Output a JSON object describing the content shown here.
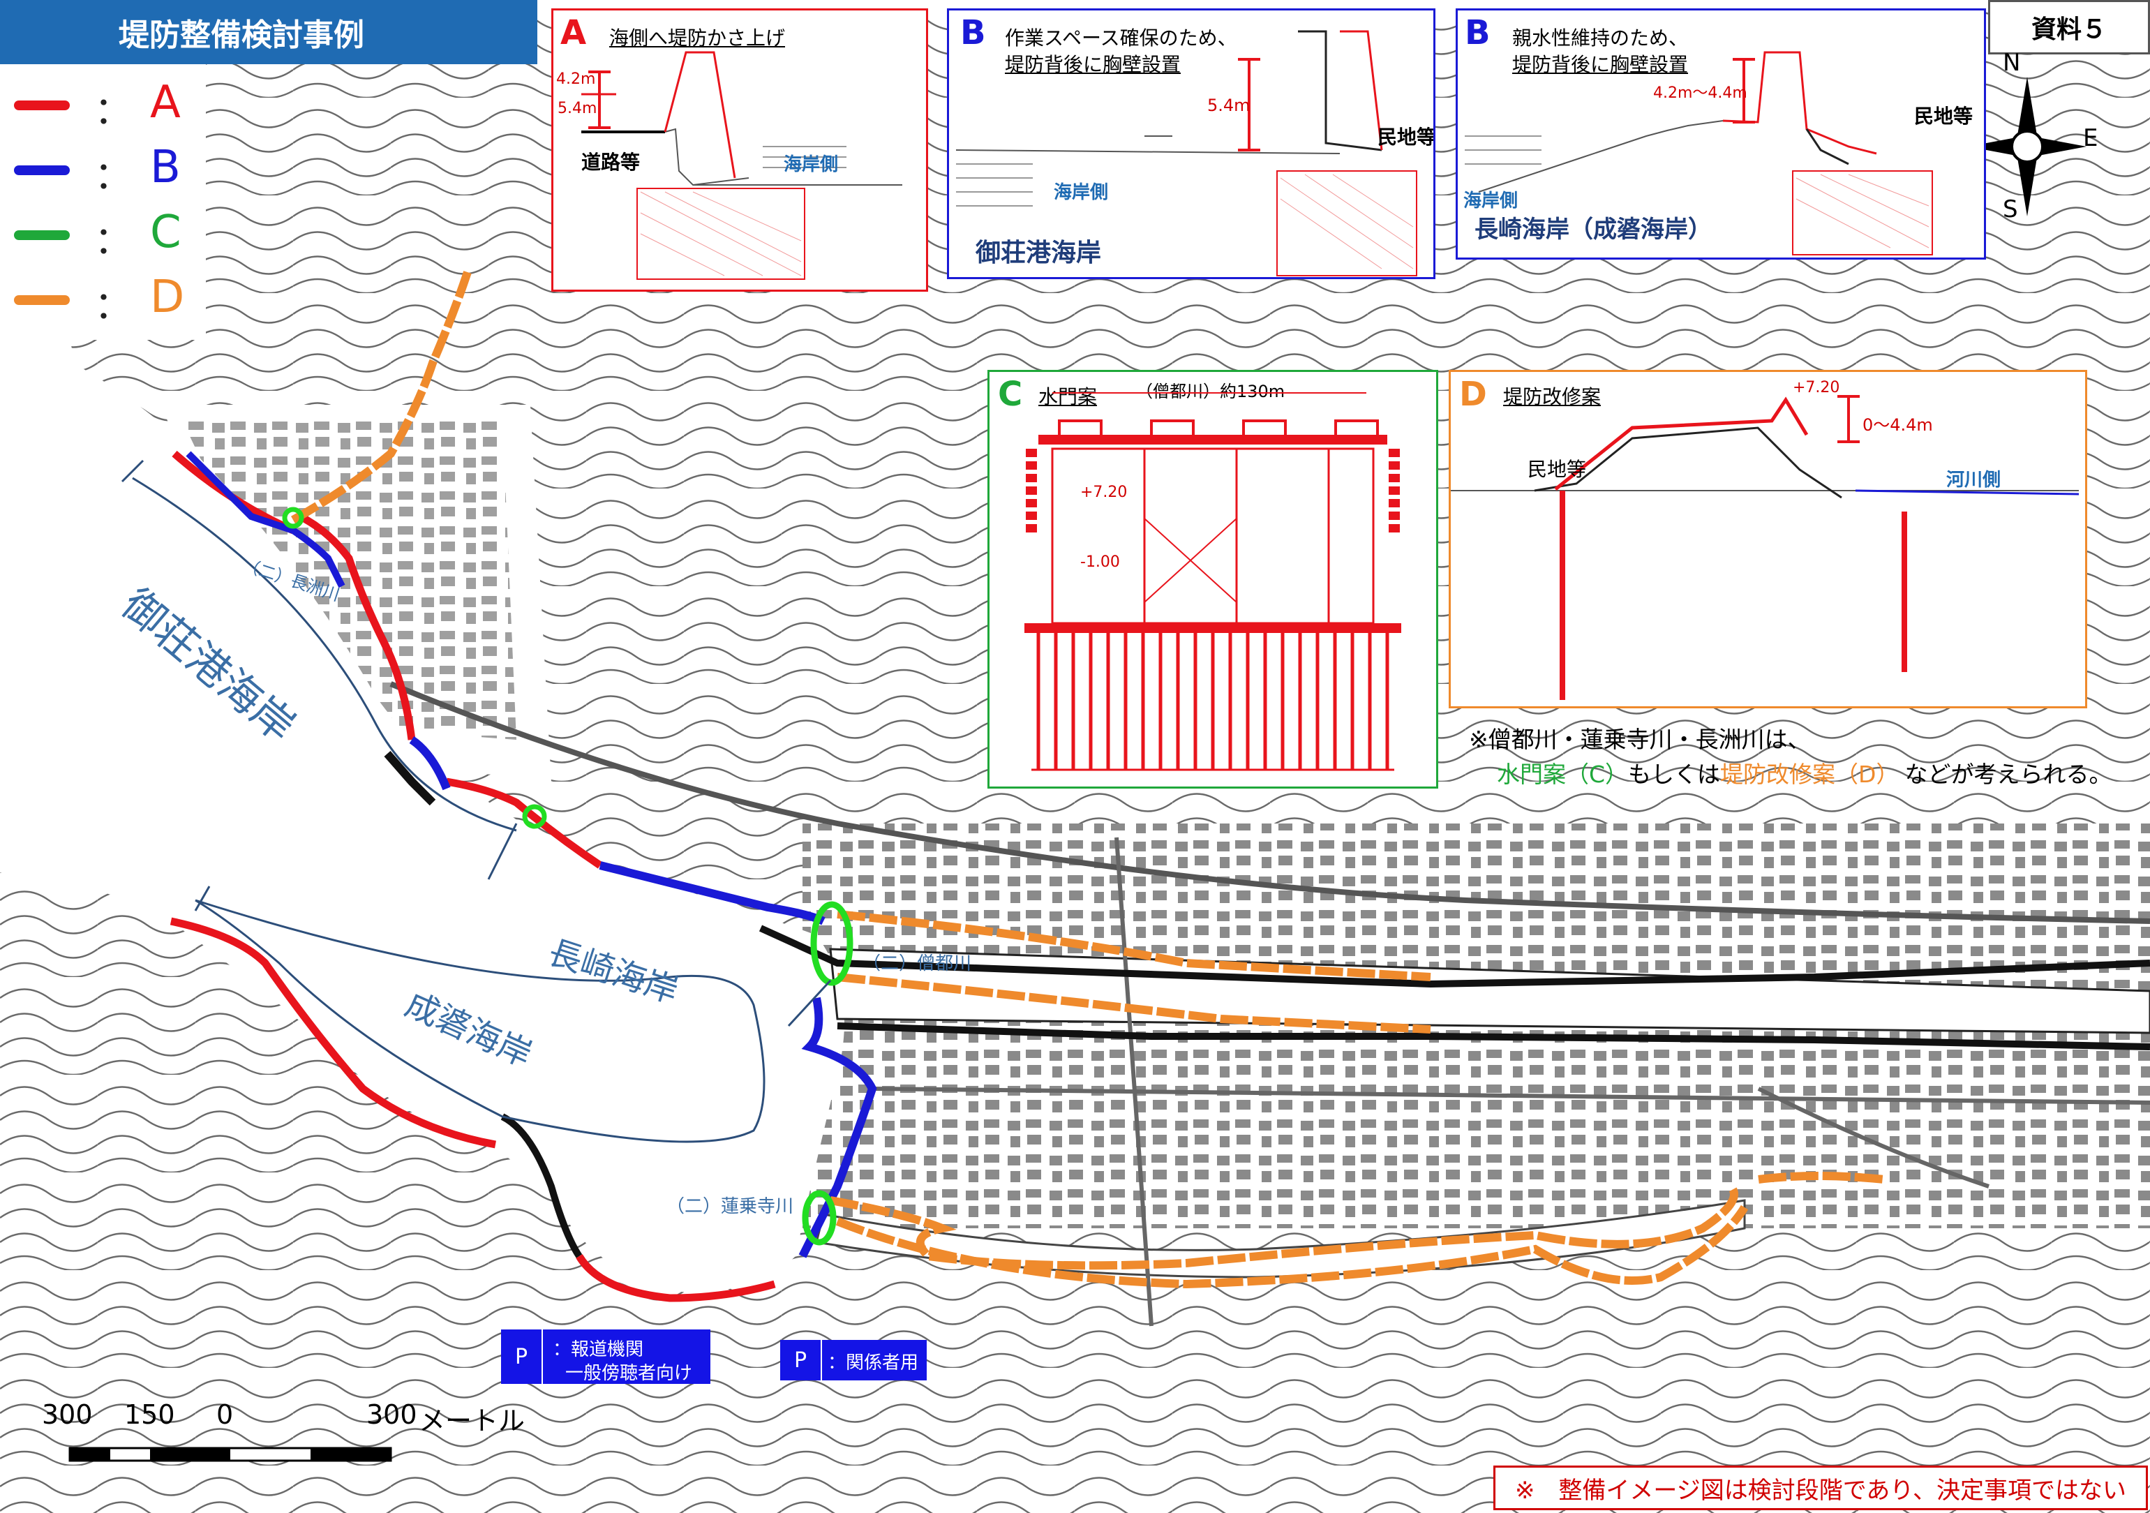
{
  "title": "堤防整備検討事例",
  "reference": "資料５",
  "legend": [
    {
      "letter": "A",
      "color": "#e8141c"
    },
    {
      "letter": "B",
      "color": "#1a1ad6"
    },
    {
      "letter": "C",
      "color": "#1fa83a"
    },
    {
      "letter": "D",
      "color": "#ef8a2c"
    }
  ],
  "legend_colon": "：",
  "compass": {
    "north": "N",
    "east": "E",
    "south": "S"
  },
  "panels": {
    "A": {
      "letter": "A",
      "title": "海側へ堤防かさ上げ",
      "dim1": "4.2m",
      "dim2": "5.4m",
      "road": "道路等",
      "sea": "海岸側"
    },
    "B1": {
      "letter": "B",
      "title1": "作業スペース確保のため、",
      "title2": "堤防背後に胸壁設置",
      "dim": "5.4m",
      "land": "民地等",
      "sea": "海岸側",
      "name": "御荘港海岸"
    },
    "B2": {
      "letter": "B",
      "title1": "親水性維持のため、",
      "title2": "堤防背後に胸壁設置",
      "dim": "4.2m～4.4m",
      "land": "民地等",
      "sea": "海岸側",
      "name": "長崎海岸（成碆海岸）"
    },
    "C": {
      "letter": "C",
      "title": "水門案",
      "span": "（僧都川）約130m",
      "level1": "+7.20",
      "level2": "-1.00"
    },
    "D": {
      "letter": "D",
      "title": "堤防改修案",
      "level": "+7.20",
      "dim": "0～4.4m",
      "land": "民地等",
      "river": "河川側"
    }
  },
  "note": {
    "line1": "※僧都川・蓮乗寺川・長洲川は、",
    "c_text": "水門案（C）",
    "mid": "もしくは",
    "d_text": "堤防改修案（D）",
    "end": "などが考えられる。"
  },
  "map_labels": {
    "mishou": "御荘港海岸",
    "nagasaki": "長崎海岸",
    "naribae": "成碆海岸",
    "choshu": "（二）長洲川",
    "souzu": "（二）僧都川",
    "renjoji": "（二）蓮乗寺川"
  },
  "parking": [
    {
      "p": "P",
      "line1": "：報道機関",
      "line2": "一般傍聴者向け"
    },
    {
      "p": "P",
      "line1": "：関係者用"
    }
  ],
  "scale": {
    "labels": [
      "300",
      "150",
      "0",
      "300"
    ],
    "unit": "メートル"
  },
  "notice": "※　整備イメージ図は検討段階であり、決定事項ではない"
}
